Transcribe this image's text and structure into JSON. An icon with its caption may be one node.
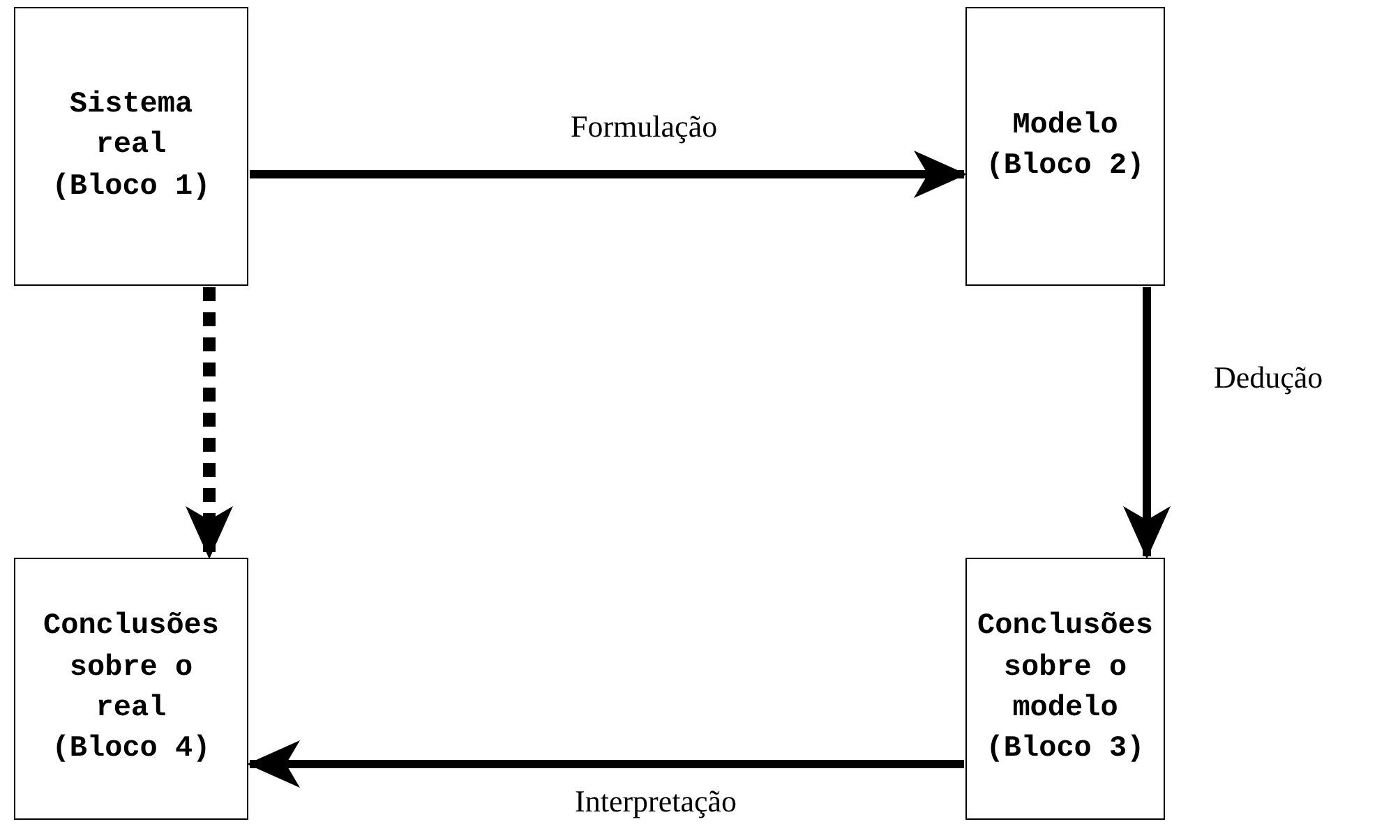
{
  "diagram": {
    "nodes": [
      {
        "text": [
          "Sistema real (Bloco 1)"
        ]
      },
      {
        "text": [
          "Modelo (Bloco 2)"
        ]
      },
      {
        "text": [
          "Conclusões sobre o modelo (Bloco 3)"
        ]
      },
      {
        "text": [
          "Conclusões sobre o real (Bloco 4)"
        ]
      }
    ],
    "edges": [
      {
        "from": 0,
        "to": 1,
        "arrow": "to",
        "label": "Formulação"
      },
      {
        "from": 1,
        "to": 2,
        "arrow": "to",
        "label": "Dedução"
      },
      {
        "from": 2,
        "to": 3,
        "arrow": "to",
        "label": "Interpretação"
      },
      {
        "from": 0,
        "to": 3,
        "arrow": "to",
        "style": "dashed"
      }
    ]
  }
}
